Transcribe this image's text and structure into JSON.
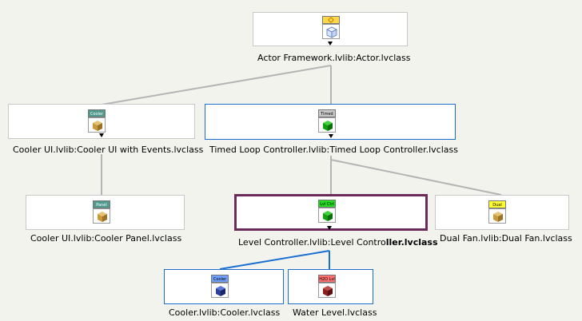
{
  "nodes": {
    "actor": {
      "label": "Actor Framework.lvlib:Actor.lvclass",
      "banner": "",
      "banner_color": "#ffd84a",
      "cube_color": "#d9e6ff"
    },
    "coolerui": {
      "label": "Cooler UI.lvlib:Cooler UI with Events.lvclass",
      "banner": "Cooler UI",
      "banner_color": "#4f9a8f",
      "cube_color": "#c99a3c"
    },
    "timed": {
      "label": "Timed Loop Controller.lvlib:Timed Loop Controller.lvclass",
      "banner": "Timed",
      "banner_color": "#c8c8c8",
      "cube_color": "#12a012"
    },
    "panel": {
      "label": "Cooler UI.lvlib:Cooler Panel.lvclass",
      "banner": "Panel",
      "banner_color": "#4f9a8f",
      "cube_color": "#c99a3c"
    },
    "level": {
      "label_plain": "Level Controller.lvlib:Level Contro",
      "label_bold": "ller.lvclass",
      "banner": "Lvl Ctrl",
      "banner_color": "#22dd22",
      "cube_color": "#12a012"
    },
    "dualfan": {
      "label": "Dual Fan.lvlib:Dual Fan.lvclass",
      "banner": "Dual Fan",
      "banner_color": "#ffff33",
      "cube_color": "#c99a3c"
    },
    "cooler": {
      "label": "Cooler.lvlib:Cooler.lvclass",
      "banner": "Cooler",
      "banner_color": "#6fa0ff",
      "cube_color": "#2a3f9a"
    },
    "water": {
      "label": "Water Level.lvclass",
      "banner": "H2O Lvl",
      "banner_color": "#ff7070",
      "cube_color": "#8a1f1f"
    }
  },
  "colors": {
    "edge_gray": "#b4b4b4",
    "edge_blue": "#1a6fd1",
    "selected_border": "#6b2a5a"
  }
}
